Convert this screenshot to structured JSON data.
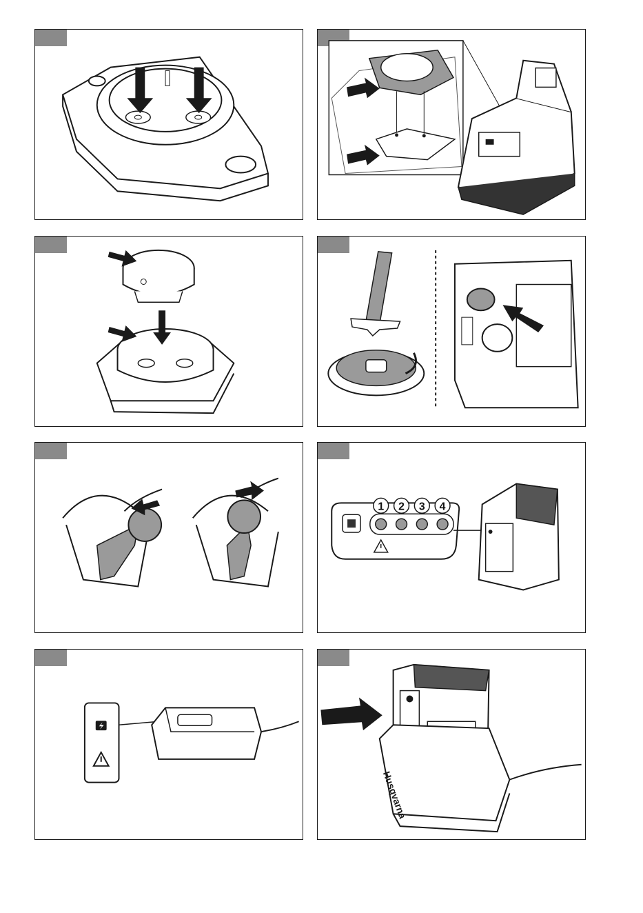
{
  "panels": [
    {
      "id": "p1"
    },
    {
      "id": "p2"
    },
    {
      "id": "p3"
    },
    {
      "id": "p4"
    },
    {
      "id": "p5"
    },
    {
      "id": "p6",
      "indicators": [
        "1",
        "2",
        "3",
        "4"
      ]
    },
    {
      "id": "p7"
    },
    {
      "id": "p8"
    }
  ],
  "brand": {
    "logo_text": "Husqvarna"
  },
  "colors": {
    "line": "#1a1a1a",
    "tag": "#8a8a8a",
    "fill_gray": "#9a9a9a",
    "fill_dark": "#555555"
  }
}
